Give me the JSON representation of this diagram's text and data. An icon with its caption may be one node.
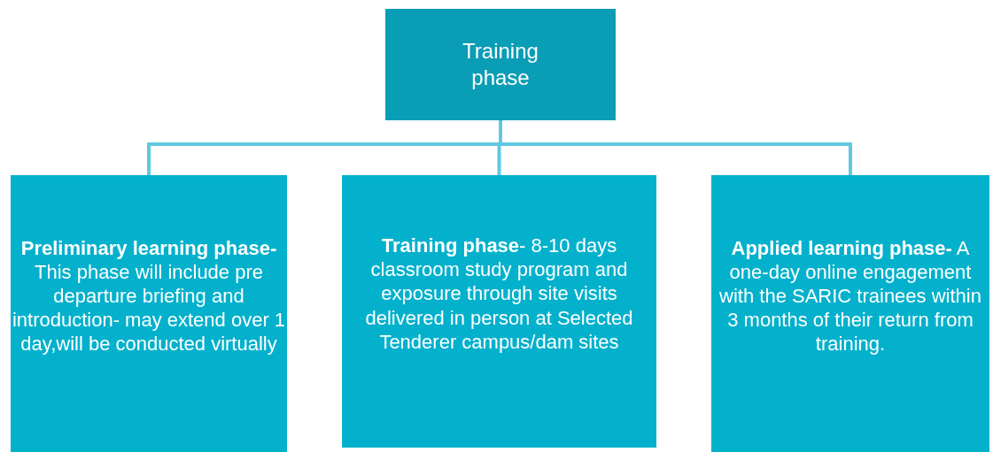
{
  "diagram": {
    "nodes": [
      {
        "text": [
          "Training phase"
        ]
      },
      {
        "text": [
          "**Preliminary learning phase-** This phase will include pre departure briefing and introduction- may extend over 1 day,will be conducted virtually"
        ]
      },
      {
        "text": [
          "**Training phase**- 8-10 days classroom study program and exposure through site visits delivered in person at Selected Tenderer campus/dam sites"
        ]
      },
      {
        "text": [
          "**Applied learning phase-** A one-day online engagement with the SARIC trainees within 3 months of their return from training."
        ]
      }
    ],
    "edges": [
      {
        "from": 0,
        "to": 1,
        "arrow": "none"
      },
      {
        "from": 0,
        "to": 2,
        "arrow": "none"
      },
      {
        "from": 0,
        "to": 3,
        "arrow": "none"
      }
    ]
  }
}
